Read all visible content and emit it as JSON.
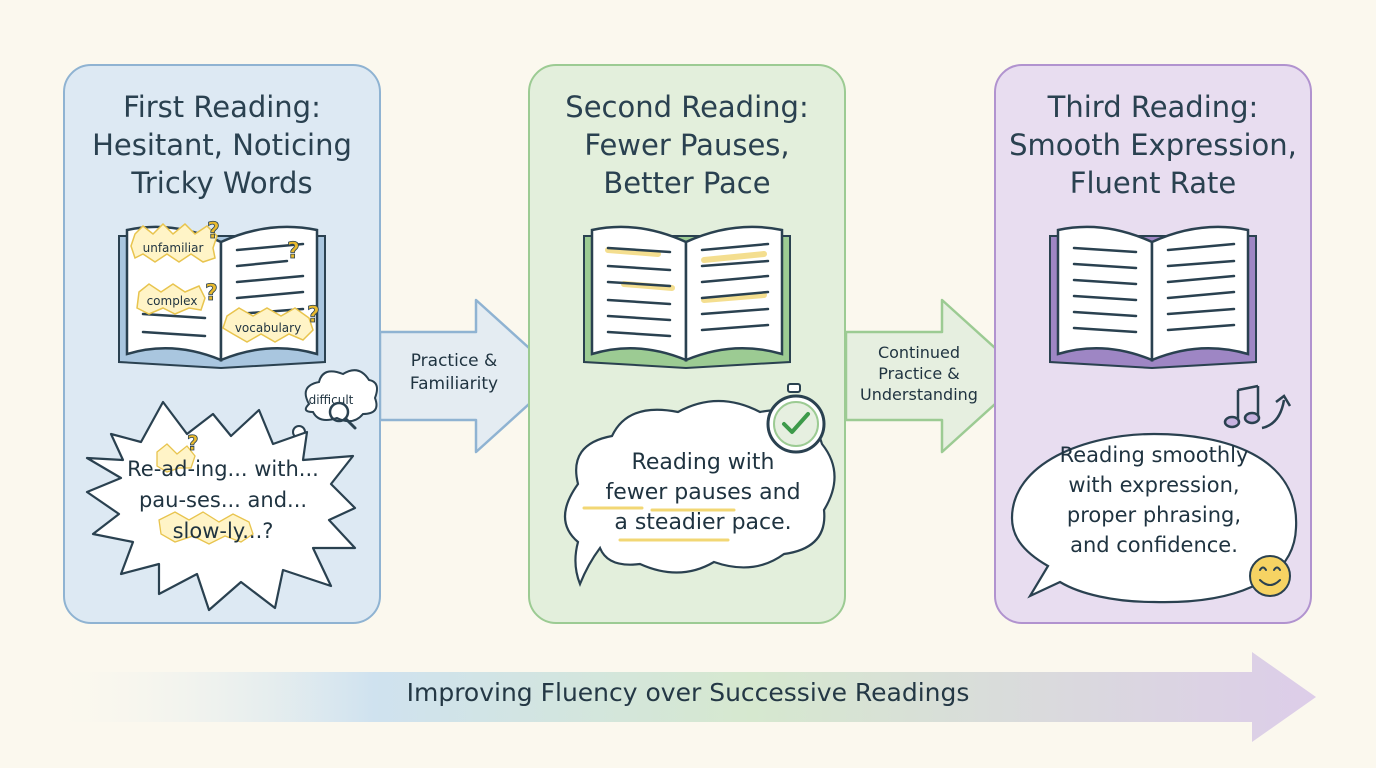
{
  "stages": [
    {
      "title_lines": [
        "First Reading:",
        "Hesitant, Noticing",
        "Tricky Words"
      ],
      "book_tags": [
        "unfamiliar",
        "complex",
        "vocabulary"
      ],
      "thought_word": "difficult",
      "speech_lines": [
        "Re-ad-ing... with...",
        "pau-ses... and...",
        "slow-ly...?"
      ],
      "accent": "#8fb3d2",
      "fill": "#dde9f3"
    },
    {
      "title_lines": [
        "Second Reading:",
        "Fewer Pauses,",
        "Better Pace"
      ],
      "speech_lines": [
        "Reading with",
        "fewer pauses and",
        "a steadier pace."
      ],
      "accent": "#9ccb93",
      "fill": "#e3efdc"
    },
    {
      "title_lines": [
        "Third Reading:",
        "Smooth Expression,",
        "Fluent Rate"
      ],
      "speech_lines": [
        "Reading smoothly",
        "with expression,",
        "proper phrasing,",
        "and confidence."
      ],
      "accent": "#b193cf",
      "fill": "#e8ddf0"
    }
  ],
  "connectors": [
    {
      "lines": [
        "Practice &",
        "Familiarity"
      ]
    },
    {
      "lines": [
        "Continued",
        "Practice &",
        "Understanding"
      ]
    }
  ],
  "question_mark": "?",
  "footer_label": "Improving Fluency over Successive Readings",
  "icons": [
    "book-icon",
    "question-mark-icon",
    "magnifier-icon",
    "stopwatch-icon",
    "checkmark-icon",
    "music-note-icon",
    "smiley-icon"
  ]
}
